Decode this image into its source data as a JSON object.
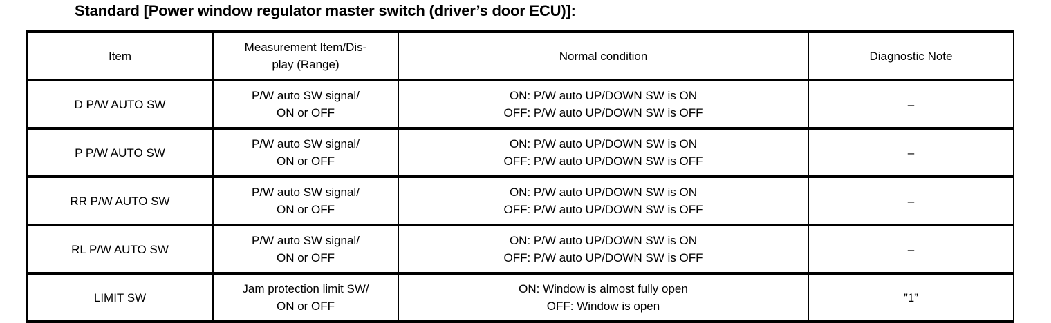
{
  "title": "Standard [Power window regulator master switch (driver’s door ECU)]:",
  "table": {
    "columns": [
      {
        "key": "item",
        "label": "Item"
      },
      {
        "key": "measurement",
        "label_line1": "Measurement Item/Dis-",
        "label_line2": "play (Range)"
      },
      {
        "key": "normal",
        "label": "Normal condition"
      },
      {
        "key": "note",
        "label": "Diagnostic Note"
      }
    ],
    "rows": [
      {
        "item": "D P/W AUTO SW",
        "measurement_line1": "P/W auto SW signal/",
        "measurement_line2": "ON or OFF",
        "normal_line1": "ON: P/W auto UP/DOWN SW is ON",
        "normal_line2": "OFF: P/W auto UP/DOWN SW is OFF",
        "note": "–"
      },
      {
        "item": "P P/W AUTO SW",
        "measurement_line1": "P/W auto SW signal/",
        "measurement_line2": "ON or OFF",
        "normal_line1": "ON: P/W auto UP/DOWN SW is ON",
        "normal_line2": "OFF: P/W auto UP/DOWN SW is OFF",
        "note": "–"
      },
      {
        "item": "RR P/W AUTO SW",
        "measurement_line1": "P/W auto SW signal/",
        "measurement_line2": "ON or OFF",
        "normal_line1": "ON: P/W auto UP/DOWN SW is ON",
        "normal_line2": "OFF: P/W auto UP/DOWN SW is OFF",
        "note": "–"
      },
      {
        "item": "RL P/W AUTO SW",
        "measurement_line1": "P/W auto SW signal/",
        "measurement_line2": "ON or OFF",
        "normal_line1": "ON: P/W auto UP/DOWN SW is ON",
        "normal_line2": "OFF: P/W auto UP/DOWN SW is OFF",
        "note": "–"
      },
      {
        "item": "LIMIT SW",
        "measurement_line1": "Jam protection limit SW/",
        "measurement_line2": "ON or OFF",
        "normal_line1": "ON: Window is almost fully open",
        "normal_line2": "OFF: Window is open",
        "note": "”1”"
      }
    ]
  }
}
